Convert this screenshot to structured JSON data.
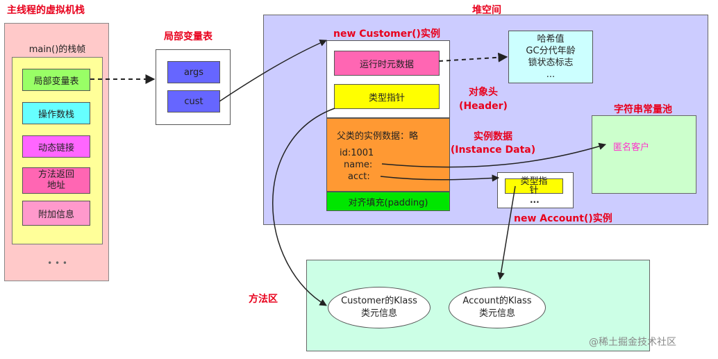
{
  "stack": {
    "title": "主线程的虚拟机栈",
    "frame_label": "main()的栈帧",
    "items": [
      "局部变量表",
      "操作数栈",
      "动态链接",
      "方法返回\n地址",
      "附加信息"
    ],
    "ellipsis": "• • •"
  },
  "local_var_table": {
    "title": "局部变量表",
    "entries": [
      "args",
      "cust"
    ]
  },
  "heap": {
    "title": "堆空间",
    "customer_title": "new Customer()实例",
    "runtime_meta": "运行时元数据",
    "type_pointer": "类型指针",
    "header_label": "对象头\n(Header)",
    "hash_box": "哈希值\nGC分代年龄\n锁状态标志\n...",
    "instance_data_label": "实例数据\n(Instance Data)",
    "parent_data": "父类的实例数据：略",
    "fields": [
      "id:1001",
      "name:",
      "acct:"
    ],
    "padding": "对齐填充(padding)",
    "string_pool_title": "字符串常量池",
    "string_value": "匿名客户",
    "account_type_pointer": "类型指\n针",
    "account_ellipsis": "...",
    "account_title": "new Account()实例"
  },
  "method_area": {
    "title": "方法区",
    "customer_klass": "Customer的Klass\n类元信息",
    "account_klass": "Account的Klass\n类元信息"
  },
  "watermark": "@稀土掘金技术社区",
  "colors": {
    "stack_bg": "#ffc9c9",
    "frame_bg": "#ffff99",
    "heap_bg": "#ccccff",
    "method_bg": "#ccffe6",
    "pink": "#ff66b3",
    "yellow": "#ffff00",
    "orange": "#ff9933",
    "green": "#00e600",
    "blue": "#6666ff",
    "cyan": "#66ffff",
    "magenta": "#ff66ff",
    "lime": "#99ff66",
    "string_pool_bg": "#ccffcc",
    "hash_bg": "#ccffff",
    "title_red": "#e8001c"
  }
}
